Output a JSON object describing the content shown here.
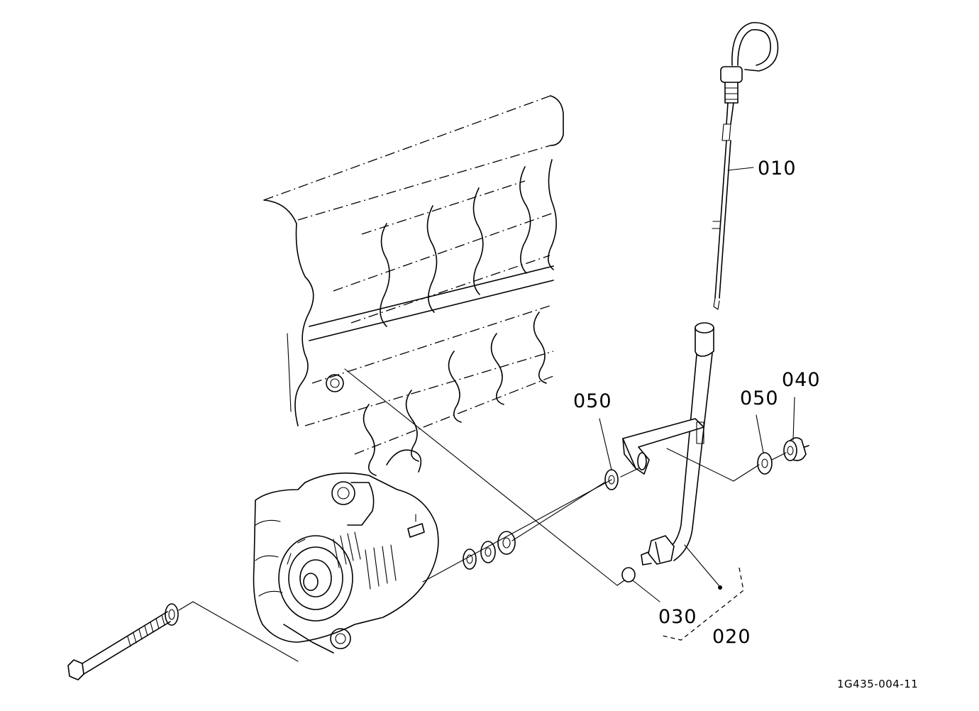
{
  "diagram": {
    "parts": {
      "p010": "010",
      "p020": "020",
      "p030": "030",
      "p040": "040",
      "p050a": "050",
      "p050b": "050"
    },
    "drawing_code": "1G435-004-11"
  }
}
